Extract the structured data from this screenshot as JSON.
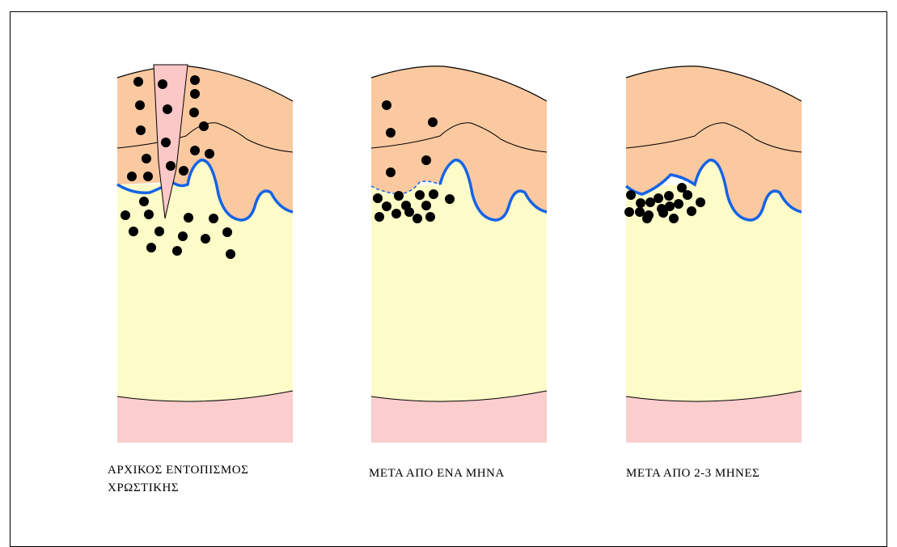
{
  "colors": {
    "pigment_layer": "#FBC9A0",
    "dermis": "#FDFBC8",
    "lower_layer": "#FBCDCD",
    "needle_channel": "#FBC7C7",
    "membrane_line": "#1463E6",
    "particle": "#000000"
  },
  "panels": [
    {
      "caption_lines": [
        "ΑΡΧΙΚΟΣ ΕΝΤΟΠΙΣΜΟΣ",
        "ΧΡΩΣΤΙΚΗΣ"
      ]
    },
    {
      "caption_lines": [
        "ΜΕΤΑ ΑΠΟ ΕΝΑ ΜΗΝΑ"
      ]
    },
    {
      "caption_lines": [
        "ΜΕΤΑ ΑΠΟ 2-3 ΜΗΝΕΣ"
      ]
    }
  ]
}
